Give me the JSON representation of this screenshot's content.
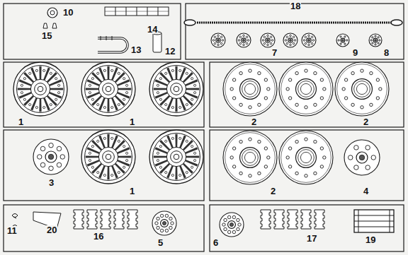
{
  "diagram": {
    "labels": [
      "10",
      "14",
      "15",
      "13",
      "12",
      "18",
      "7",
      "9",
      "8",
      "1",
      "1",
      "2",
      "2",
      "3",
      "1",
      "2",
      "4",
      "11",
      "20",
      "16",
      "5",
      "6",
      "17",
      "19"
    ]
  }
}
